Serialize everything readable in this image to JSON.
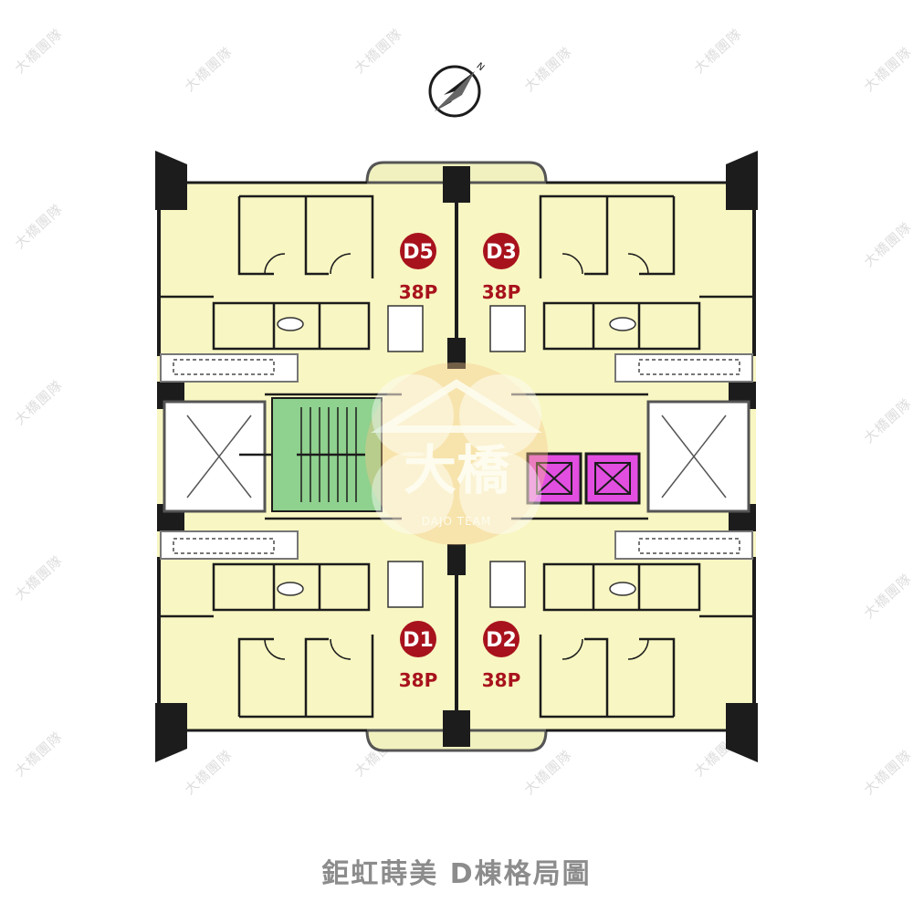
{
  "caption": "鉅虹蒔美 D棟格局圖",
  "watermark": "大橋團隊",
  "logo": {
    "text": "大橋",
    "subtext": "DAJO TEAM"
  },
  "compass": {
    "label": "N"
  },
  "units": [
    {
      "id": "D5",
      "label": "D5",
      "size": "38P"
    },
    {
      "id": "D3",
      "label": "D3",
      "size": "38P"
    },
    {
      "id": "D1",
      "label": "D1",
      "size": "38P"
    },
    {
      "id": "D2",
      "label": "D2",
      "size": "38P"
    }
  ],
  "colors": {
    "floor": "#f8f6c2",
    "balcony": "#f1f1c0",
    "wall": "#1c1c1c",
    "stair": "#8fd18e",
    "elevator": "#e24ee0",
    "badge": "#a8121d",
    "unit_text": "#a8121d",
    "caption": "#8c8c8c"
  },
  "icons": [
    "compass-icon",
    "elevator-icon",
    "stair-icon",
    "logo-house-icon"
  ]
}
